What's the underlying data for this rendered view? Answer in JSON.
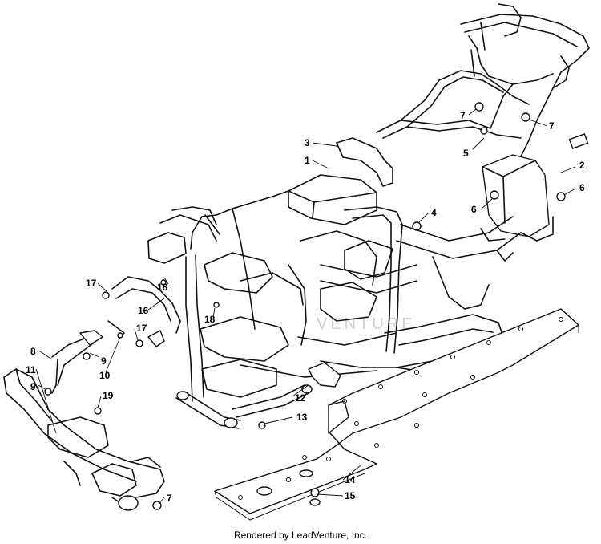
{
  "diagram": {
    "callouts": [
      {
        "id": "c1",
        "label": "1"
      },
      {
        "id": "c2",
        "label": "2"
      },
      {
        "id": "c3",
        "label": "3"
      },
      {
        "id": "c4",
        "label": "4"
      },
      {
        "id": "c5",
        "label": "5"
      },
      {
        "id": "c6a",
        "label": "6"
      },
      {
        "id": "c6b",
        "label": "6"
      },
      {
        "id": "c7a",
        "label": "7"
      },
      {
        "id": "c7b",
        "label": "7"
      },
      {
        "id": "c7c",
        "label": "7"
      },
      {
        "id": "c8",
        "label": "8"
      },
      {
        "id": "c9a",
        "label": "9"
      },
      {
        "id": "c9b",
        "label": "9"
      },
      {
        "id": "c10",
        "label": "10"
      },
      {
        "id": "c11",
        "label": "11"
      },
      {
        "id": "c12",
        "label": "12"
      },
      {
        "id": "c13",
        "label": "13"
      },
      {
        "id": "c14",
        "label": "14"
      },
      {
        "id": "c15",
        "label": "15"
      },
      {
        "id": "c16",
        "label": "16"
      },
      {
        "id": "c17a",
        "label": "17"
      },
      {
        "id": "c17b",
        "label": "17"
      },
      {
        "id": "c18a",
        "label": "18"
      },
      {
        "id": "c18b",
        "label": "18"
      },
      {
        "id": "c19",
        "label": "19"
      }
    ],
    "watermark": "VENTURE",
    "footer": "Rendered by LeadVenture, Inc."
  }
}
